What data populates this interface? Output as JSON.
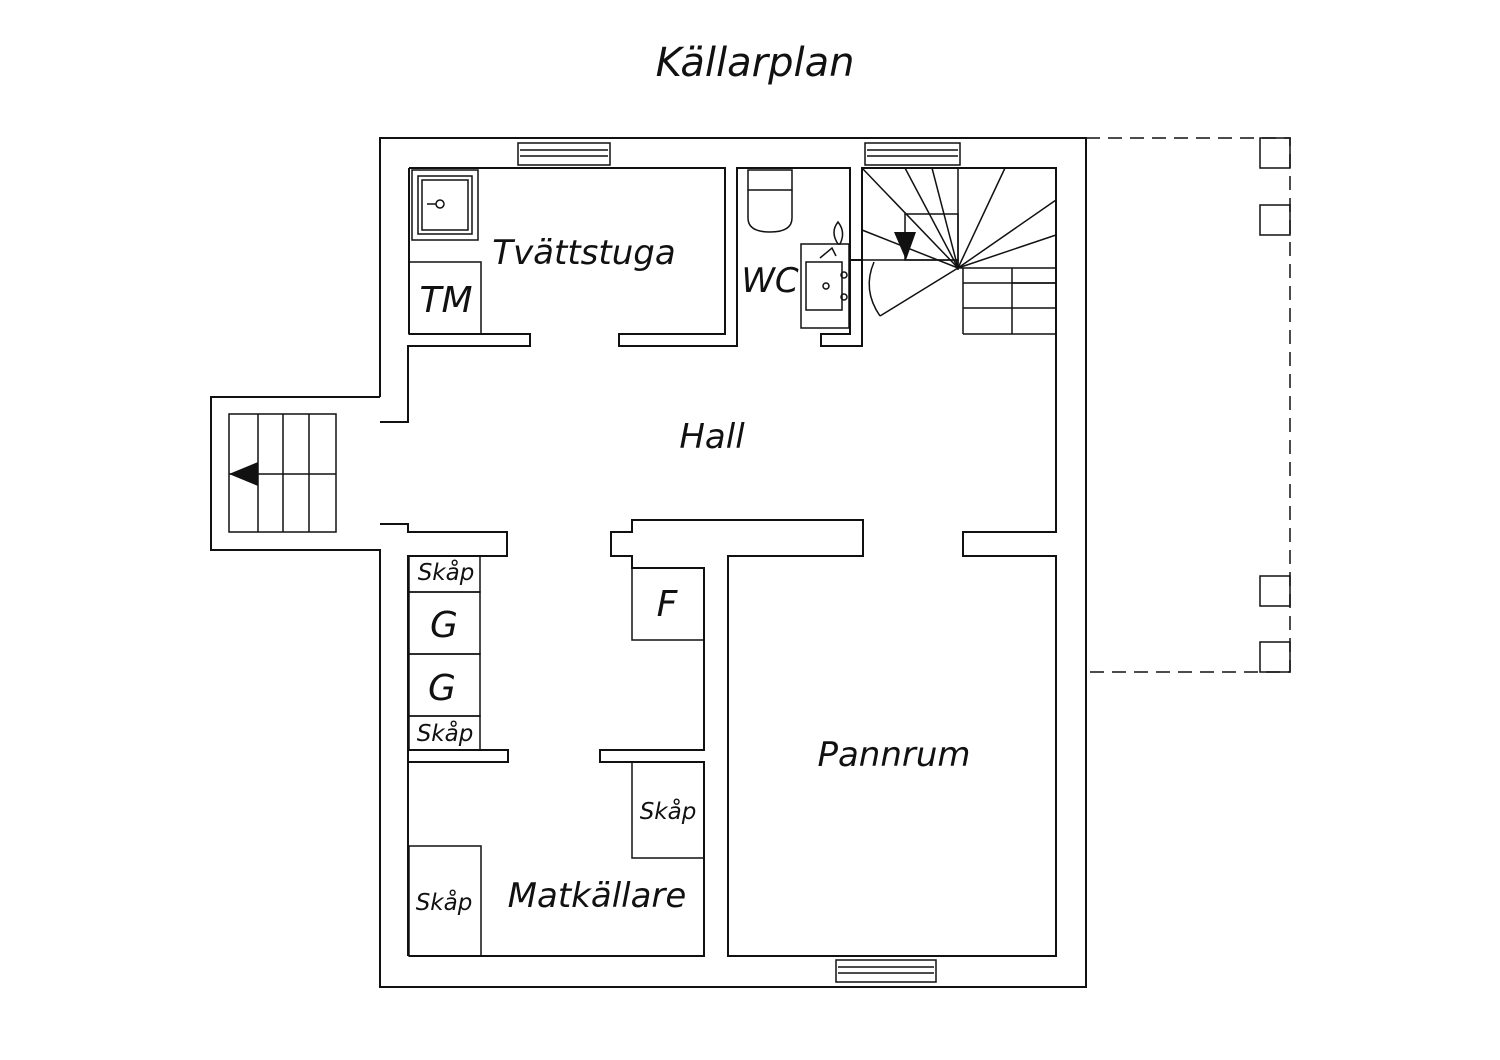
{
  "title": "Källarplan",
  "rooms": {
    "laundry": "Tvättstuga",
    "washing_machine": "TM",
    "wc": "WC",
    "hall": "Hall",
    "boiler_room": "Pannrum",
    "pantry": "Matkällare",
    "f": "F",
    "cabinet_upper": "Skåp",
    "freezer_1": "G",
    "freezer_2": "G",
    "cabinet_lower": "Skåp",
    "pantry_cabinet_right": "Skåp",
    "pantry_cabinet_left": "Skåp"
  }
}
